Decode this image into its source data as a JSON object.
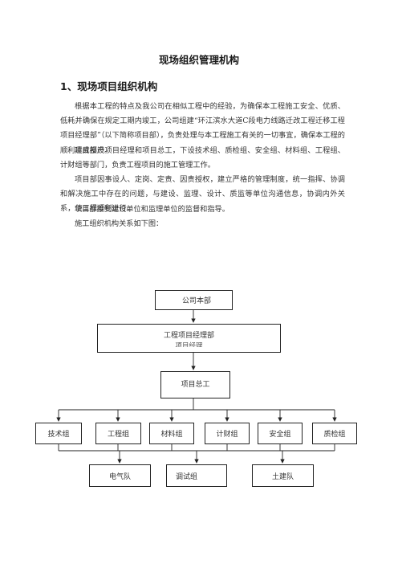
{
  "document": {
    "title": "现场组织管理机构",
    "section_heading": "1、现场项目组织机构",
    "paragraphs": [
      "根据本工程的特点及我公司在相似工程中的经验，为确保本工程施工安全、优质、低耗并确保在规定工期内竣工，公司组建“环江滨水大道C段电力线路迁改工程迁移工程项目经理部”（以下简称项目部），负责处理与本工程施工有关的一切事宜，确保本工程的顺利建成投产。",
      "项目部设项目经理和项目总工，下设技术组、质检组、安全组、材料组、工程组、计财组等部门，负责工程项目的施工管理工作。",
      "项目部因事设人、定岗、定责、因责授权，建立严格的管理制度，统一指挥、协调和解决施工中存在的问题，与建设、监理、设计、质监等单位沟通信息，协调内外关系，使工程顺利进行。",
      "项目部接受建设单位和监理单位的监督和指导。",
      "施工组织机构关系如下图："
    ]
  },
  "org_chart": {
    "company_hq": "公司本部",
    "project_dept": "工程项目经理部",
    "project_manager": "项目经理",
    "chief_engineer": "项目总工",
    "departments": [
      "技术组",
      "工程组",
      "材料组",
      "计财组",
      "安全组",
      "质检组"
    ],
    "teams": [
      "电气队",
      "调试组",
      "土建队"
    ]
  }
}
